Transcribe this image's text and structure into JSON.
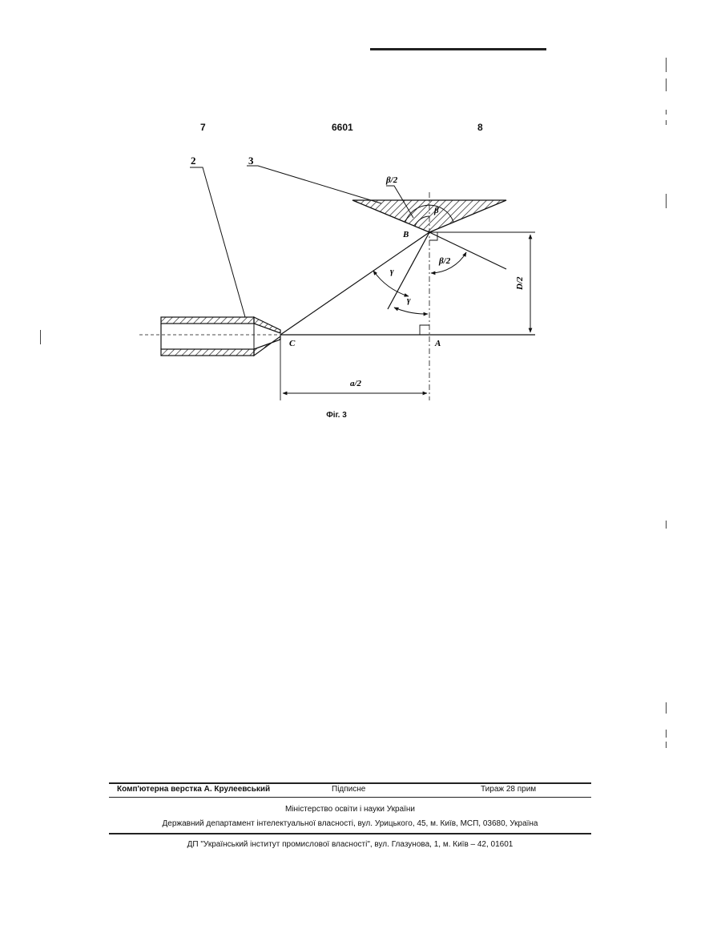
{
  "header": {
    "left_page": "7",
    "patent_number": "6601",
    "right_page": "8"
  },
  "figure": {
    "caption": "Фіг. 3",
    "callouts": [
      "2",
      "3"
    ],
    "points": {
      "A": "A",
      "B": "B",
      "C": "C"
    },
    "angles": {
      "half_beta": "β/2",
      "beta": "β",
      "gamma": "γ"
    },
    "dimensions": {
      "half_D": "D/2",
      "half_a": "a/2"
    }
  },
  "footer": {
    "layout_credit": "Комп'ютерна верстка А. Крулеевський",
    "subscription": "Підписне",
    "print_run": "Тираж 28 прим",
    "ministry": "Міністерство освіти і науки України",
    "department": "Державний департамент інтелектуальної власності, вул. Урицького, 45, м. Київ, МСП, 03680, Україна",
    "institute": "ДП \"Український інститут промислової власності\", вул. Глазунова, 1, м. Київ – 42, 01601"
  }
}
